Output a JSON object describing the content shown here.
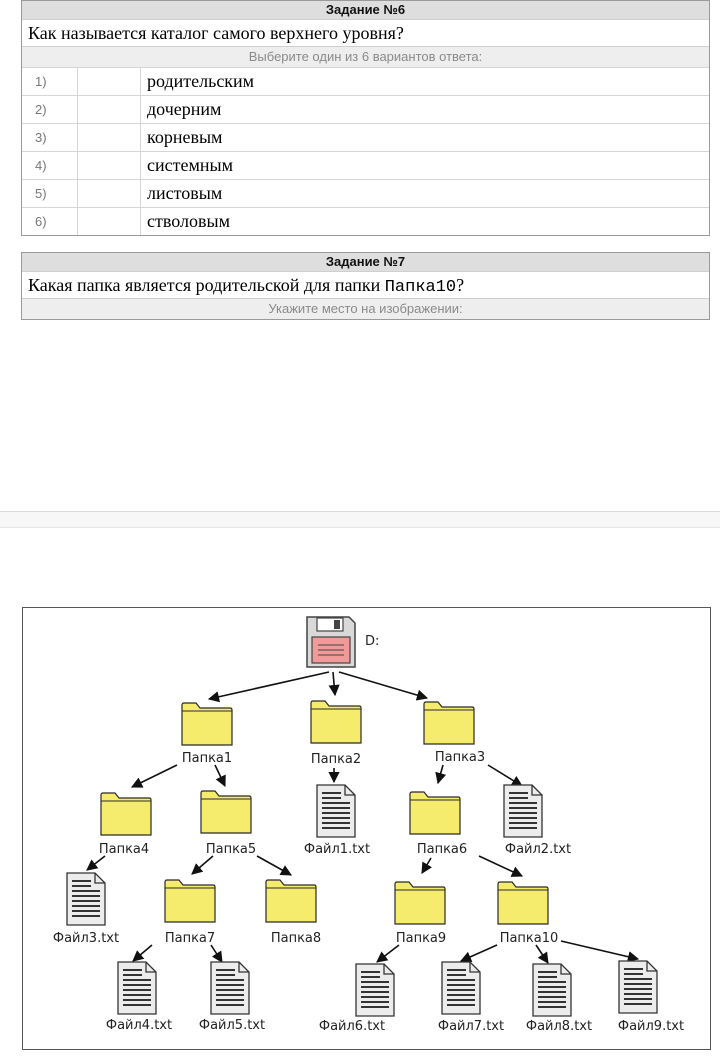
{
  "task6": {
    "header": "Задание №6",
    "question": "Как называется каталог самого верхнего уровня?",
    "hint": "Выберите один из 6 вариантов ответа:",
    "options": [
      {
        "num": "1)",
        "text": "родительским"
      },
      {
        "num": "2)",
        "text": "дочерним"
      },
      {
        "num": "3)",
        "text": "корневым"
      },
      {
        "num": "4)",
        "text": "системным"
      },
      {
        "num": "5)",
        "text": "листовым"
      },
      {
        "num": "6)",
        "text": "стволовым"
      }
    ]
  },
  "task7": {
    "header": "Задание №7",
    "question_pre": "Какая папка является родительской для папки ",
    "question_code": "Папка10",
    "question_post": "?",
    "hint": "Укажите место на изображении:"
  },
  "tree": {
    "colors": {
      "folder": "#f5ec6e",
      "folder_stroke": "#2a2a2a",
      "disk_label": "#f19a9a"
    },
    "root": "D:",
    "folders": {
      "f1": "Папка1",
      "f2": "Папка2",
      "f3": "Папка3",
      "f4": "Папка4",
      "f5": "Папка5",
      "f6": "Папка6",
      "f7": "Папка7",
      "f8": "Папка8",
      "f9": "Папка9",
      "f10": "Папка10"
    },
    "files": {
      "d1": "Файл1.txt",
      "d2": "Файл2.txt",
      "d3": "Файл3.txt",
      "d4": "Файл4.txt",
      "d5": "Файл5.txt",
      "d6": "Файл6.txt",
      "d7": "Файл7.txt",
      "d8": "Файл8.txt",
      "d9": "Файл9.txt"
    }
  }
}
